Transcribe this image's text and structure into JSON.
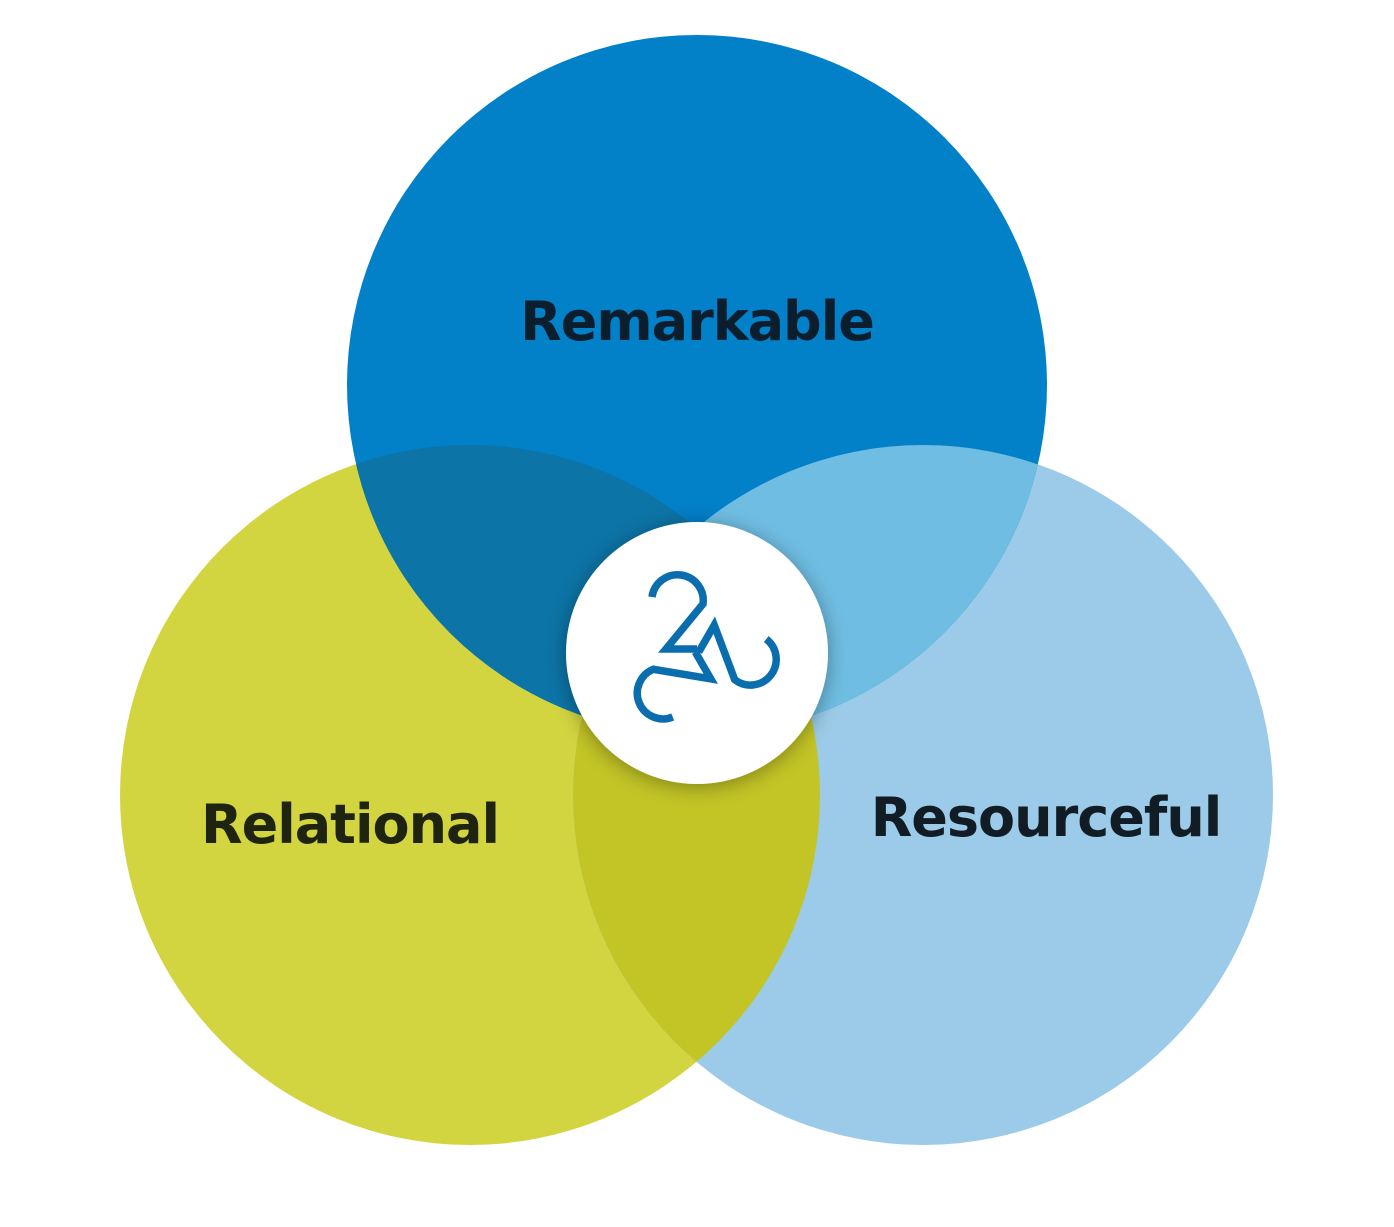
{
  "diagram": {
    "type": "venn",
    "sets": [
      {
        "id": "top",
        "label": "Remarkable",
        "color": "#0280C8",
        "text_color": "#0B1E2E"
      },
      {
        "id": "left",
        "label": "Relational",
        "color": "#D2D53F",
        "text_color": "#1E2410"
      },
      {
        "id": "right",
        "label": "Resourceful",
        "color": "#9BCBE8",
        "text_color": "#121C24"
      }
    ],
    "overlaps": {
      "top_left": "#0C74A6",
      "top_right": "#6FBDE2",
      "left_right": "#C3C426"
    },
    "center": {
      "icon": "triple-two-logo-icon",
      "fill": "#FFFFFF",
      "icon_color": "#0A6EAE"
    }
  }
}
